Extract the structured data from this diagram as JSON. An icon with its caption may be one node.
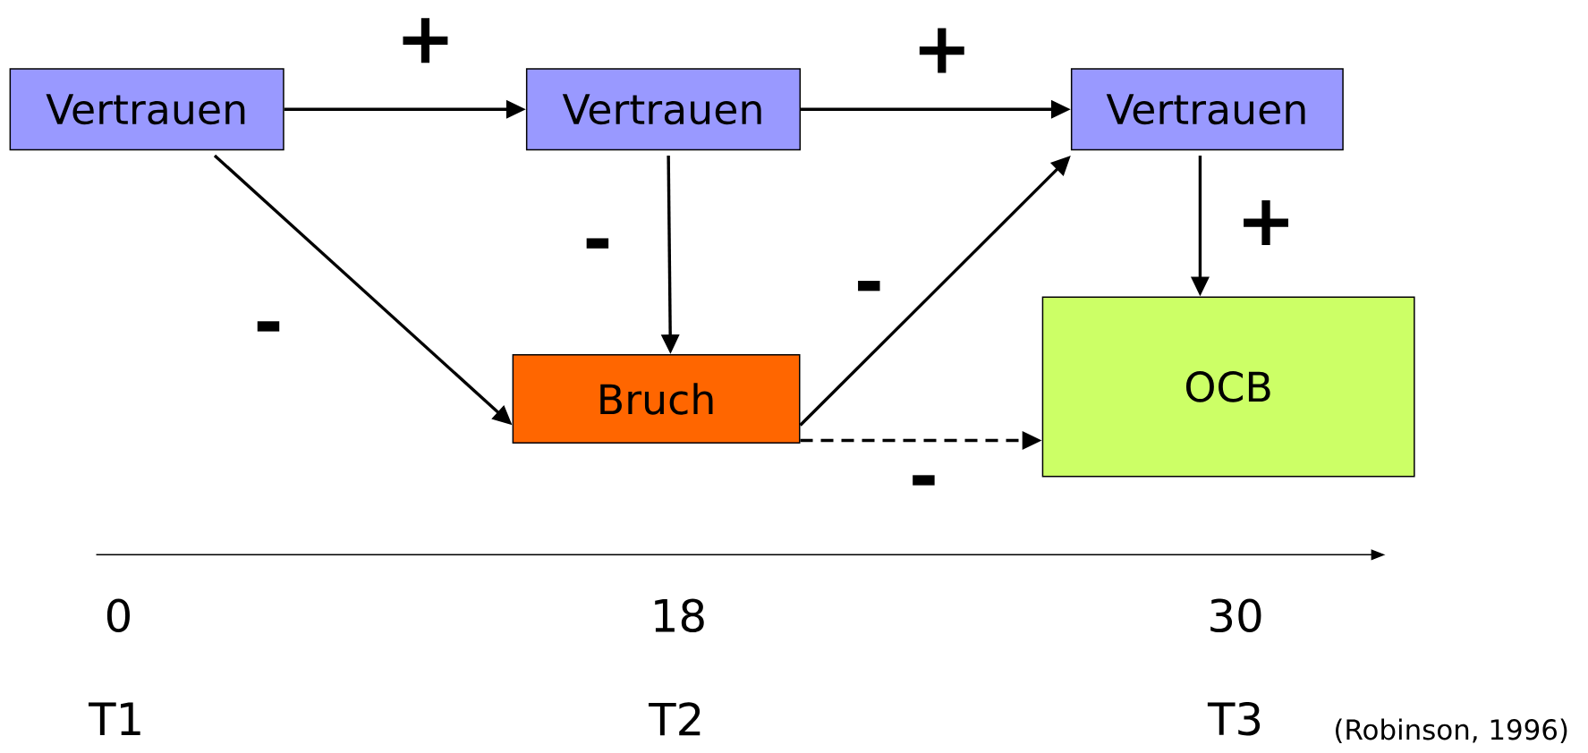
{
  "diagram": {
    "nodes": [
      {
        "text": [
          "Vertrauen"
        ]
      },
      {
        "text": [
          "Vertrauen"
        ]
      },
      {
        "text": [
          "Vertrauen"
        ]
      },
      {
        "text": [
          "Bruch"
        ]
      },
      {
        "text": [
          "OCB"
        ]
      }
    ],
    "edges": [
      {
        "from": 0,
        "to": 1,
        "arrow": "to",
        "label": "+"
      },
      {
        "from": 1,
        "to": 2,
        "arrow": "to",
        "label": "+"
      },
      {
        "from": 0,
        "to": 3,
        "arrow": "to",
        "label": "-"
      },
      {
        "from": 1,
        "to": 3,
        "arrow": "to",
        "label": "-"
      },
      {
        "from": 3,
        "to": 2,
        "arrow": "to",
        "label": "-"
      },
      {
        "from": 2,
        "to": 4,
        "arrow": "to",
        "label": "+"
      },
      {
        "from": 3,
        "to": 4,
        "arrow": "to",
        "label": "-",
        "style": "dashed"
      }
    ],
    "labels": [
      "0",
      "18",
      "30",
      "T1",
      "T2",
      "T3",
      "(Robinson, 1996)"
    ]
  }
}
